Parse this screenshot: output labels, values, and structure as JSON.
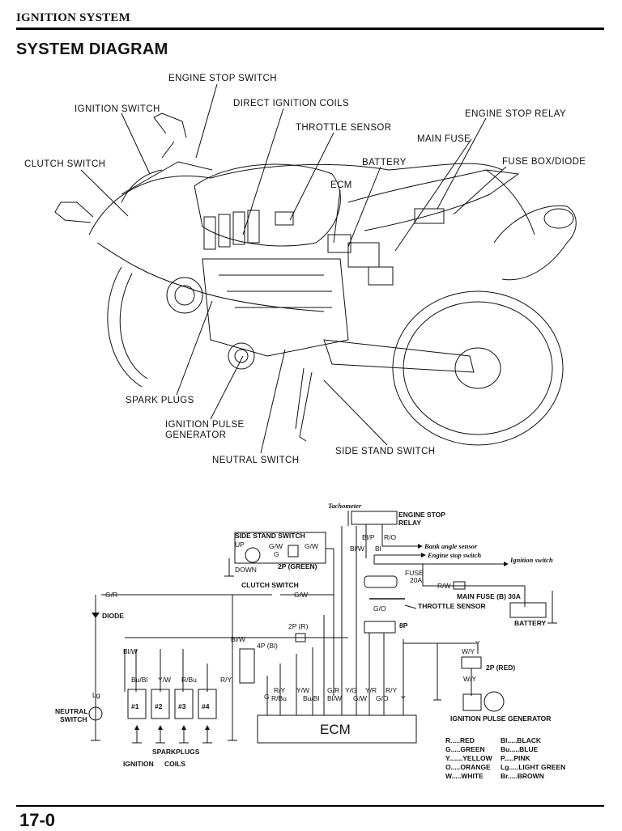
{
  "header": {
    "section": "IGNITION SYSTEM",
    "title": "SYSTEM DIAGRAM",
    "page_number": "17-0"
  },
  "illustration": {
    "callouts": {
      "engine_stop_switch": "ENGINE STOP SWITCH",
      "ignition_switch": "IGNITION SWITCH",
      "direct_ignition_coils": "DIRECT IGNITION COILS",
      "throttle_sensor": "THROTTLE SENSOR",
      "engine_stop_relay": "ENGINE STOP RELAY",
      "main_fuse": "MAIN FUSE",
      "clutch_switch": "CLUTCH SWITCH",
      "battery": "BATTERY",
      "fuse_box_diode": "FUSE BOX/DIODE",
      "ecm": "ECM",
      "spark_plugs": "SPARK PLUGS",
      "ignition_pulse_generator_1": "IGNITION PULSE",
      "ignition_pulse_generator_2": "GENERATOR",
      "side_stand_switch": "SIDE STAND SWITCH",
      "neutral_switch": "NEUTRAL SWITCH"
    }
  },
  "schematic": {
    "tachometer": "Tachometer",
    "engine_stop_relay_1": "ENGINE STOP",
    "engine_stop_relay_2": "RELAY",
    "side_stand_switch": "SIDE STAND SWITCH",
    "up": "UP",
    "down": "DOWN",
    "connector_2p_green": "2P (GREEN)",
    "clutch_switch": "CLUTCH SWITCH",
    "bank_angle_sensor": "Bank angle sensor",
    "engine_stop_switch": "Engine stop switch",
    "ignition_switch": "Ignition switch",
    "fuse_20a_1": "FUSE",
    "fuse_20a_2": "20A",
    "main_fuse_b": "MAIN FUSE (B) 30A",
    "throttle_sensor": "THROTTLE SENSOR",
    "battery": "BATTERY",
    "diode": "DIODE",
    "connector_2p_r": "2P (R)",
    "connector_4p_bl": "4P (Bl)",
    "connector_8p": "8P",
    "connector_2p_red": "2P (RED)",
    "ignition_pulse_generator": "IGNITION PULSE GENERATOR",
    "neutral_switch_1": "NEUTRAL",
    "neutral_switch_2": "SWITCH",
    "ecm": "ECM",
    "sparkplugs": "SPARKPLUGS",
    "ignition": "IGNITION",
    "coils": "COILS",
    "coils_numbers": [
      "#1",
      "#2",
      "#3",
      "#4"
    ],
    "wire_labels": {
      "gr": "G/R",
      "gw": "G/W",
      "g": "G",
      "blw": "Bl/W",
      "blp": "Bl/P",
      "ro": "R/O",
      "bl": "Bl",
      "rw": "R/W",
      "go": "G/O",
      "wy": "W/Y",
      "y": "Y",
      "lg": "Lg",
      "bubl": "Bu/Bl",
      "yw": "Y/W",
      "rbu": "R/Bu",
      "ry": "R/Y",
      "yr": "Y/R",
      "yg": "Y/G"
    },
    "legend": [
      [
        "R.....RED",
        "Bl.....BLACK"
      ],
      [
        "G.....GREEN",
        "Bu.....BLUE"
      ],
      [
        "Y.......YELLOW",
        "P.....PINK"
      ],
      [
        "O.....ORANGE",
        "Lg.....LIGHT GREEN"
      ],
      [
        "W.....WHITE",
        "Br.....BROWN"
      ]
    ]
  }
}
